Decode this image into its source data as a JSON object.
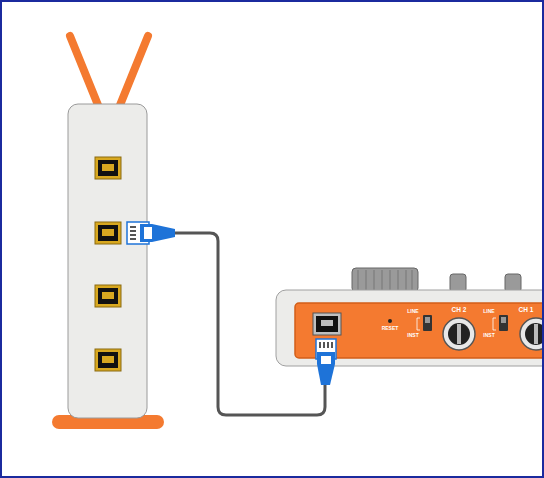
{
  "diagram": {
    "labels": [
      "RESET",
      "LINE",
      "INST",
      "CH 2",
      "LINE",
      "INST",
      "CH 1"
    ]
  }
}
